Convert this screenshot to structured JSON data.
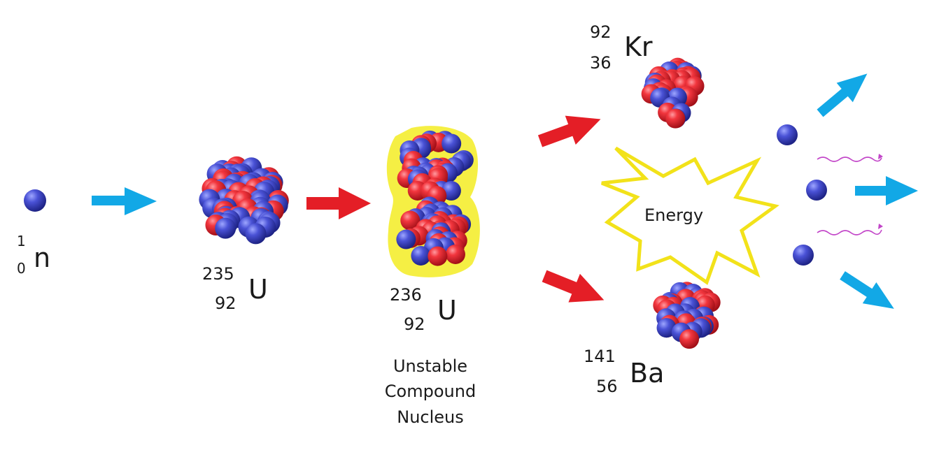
{
  "neutron": {
    "mass": "1",
    "atomic": "0",
    "symbol": "n"
  },
  "u235": {
    "mass": "235",
    "atomic": "92",
    "symbol": "U"
  },
  "u236": {
    "mass": "236",
    "atomic": "92",
    "symbol": "U"
  },
  "compound_caption": [
    "Unstable",
    "Compound",
    "Nucleus"
  ],
  "krypton": {
    "mass": "92",
    "atomic": "36",
    "symbol": "Kr"
  },
  "barium": {
    "mass": "141",
    "atomic": "56",
    "symbol": "Ba"
  },
  "energy_label": "Energy",
  "colors": {
    "proton": "#e52630",
    "neutron": "#4046cc",
    "blue_arrow": "#12a8e6",
    "red_arrow": "#e41e26",
    "energy_outline": "#f2e21a",
    "compound_glow": "#f4ee3a",
    "gamma": "#c245c8"
  }
}
